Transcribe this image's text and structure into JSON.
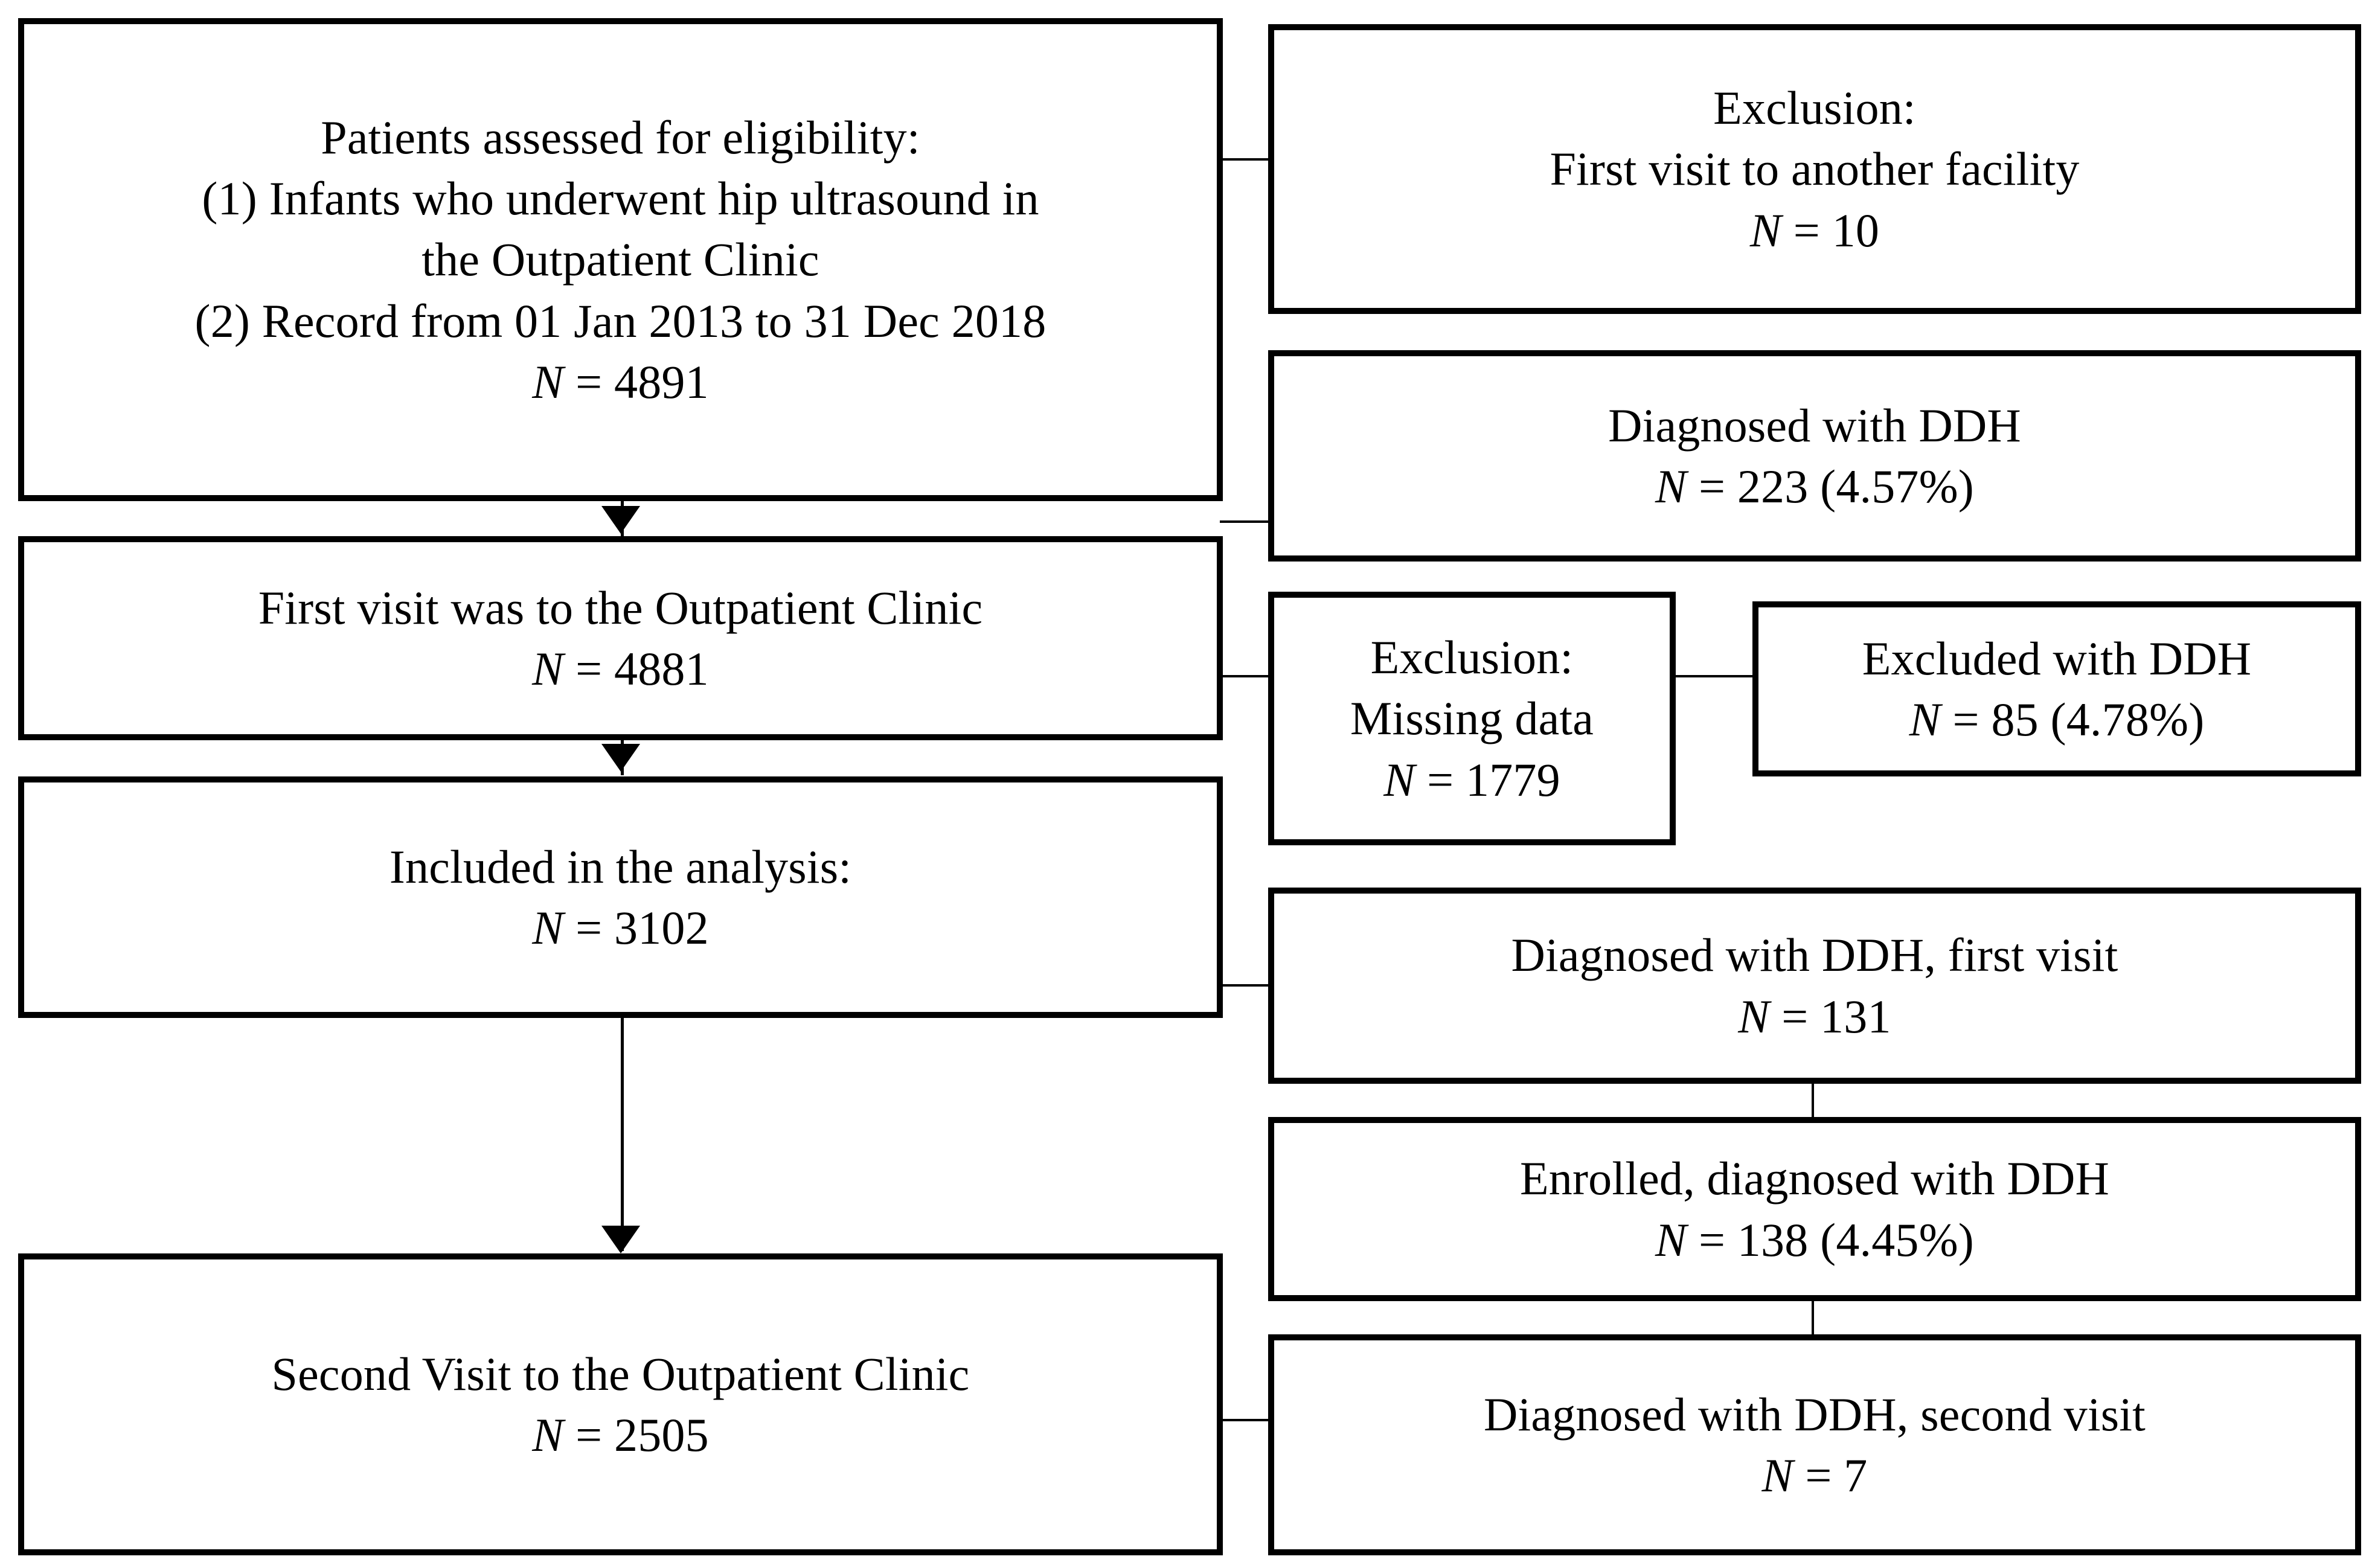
{
  "figure": {
    "type": "flowchart",
    "orientation": "top-to-bottom with lateral branches",
    "font_color": "#000000",
    "background_color": "#ffffff",
    "border_color": "#000000"
  },
  "nodes": {
    "eligibility": {
      "line1": "Patients assessed for eligibility:",
      "line2": "(1) Infants who underwent hip ultrasound in",
      "line3": "the Outpatient Clinic",
      "line4": "(2) Record from 01 Jan 2013 to 31 Dec 2018",
      "n_label": "N",
      "n_value": " = 4891"
    },
    "exclusion_other_facility": {
      "line1": "Exclusion:",
      "line2": "First visit to another facility",
      "n_label": "N",
      "n_value": " = 10"
    },
    "diagnosed_ddh_total": {
      "line1": "Diagnosed with DDH",
      "n_label": "N",
      "n_value": " = 223 (4.57%)"
    },
    "first_visit_clinic": {
      "line1": "First visit was to the Outpatient Clinic",
      "n_label": "N",
      "n_value": " = 4881"
    },
    "exclusion_missing_data": {
      "line1": "Exclusion:",
      "line2": "Missing data",
      "n_label": "N",
      "n_value": " = 1779"
    },
    "excluded_with_ddh": {
      "line1": "Excluded with DDH",
      "n_label": "N",
      "n_value": " =  85 (4.78%)"
    },
    "included_analysis": {
      "line1": "Included in the analysis:",
      "n_label": "N",
      "n_value": " = 3102"
    },
    "diagnosed_ddh_first_visit": {
      "line1": "Diagnosed with DDH, first visit",
      "n_label": "N",
      "n_value": " = 131"
    },
    "enrolled_diagnosed_ddh": {
      "line1": "Enrolled, diagnosed with DDH",
      "n_label": "N",
      "n_value": " = 138 (4.45%)"
    },
    "second_visit_clinic": {
      "line1": "Second Visit to the Outpatient Clinic",
      "n_label": "N",
      "n_value": " = 2505"
    },
    "diagnosed_ddh_second_visit": {
      "line1": "Diagnosed with DDH, second visit",
      "n_label": "N",
      "n_value": " = 7"
    }
  }
}
